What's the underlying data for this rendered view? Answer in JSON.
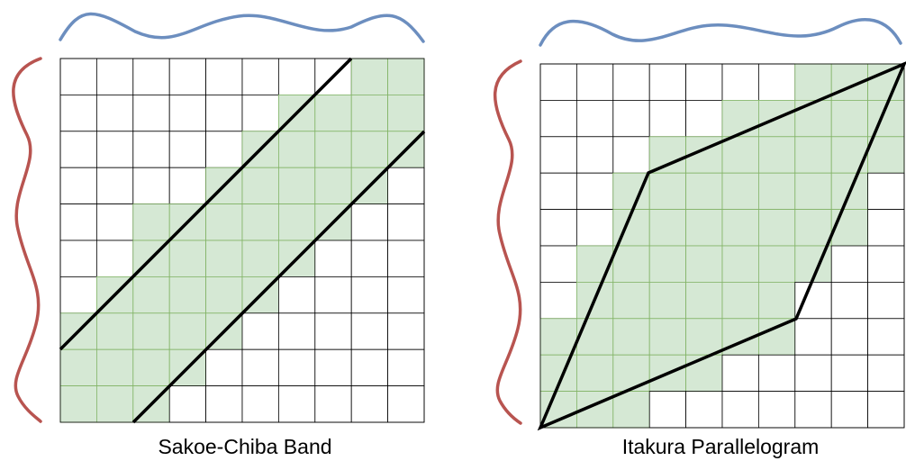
{
  "colors": {
    "band_fill": "#d5e8d4",
    "grid_line": "#000000",
    "band_grid_line": "#82b366",
    "path_line": "#000000",
    "top_signal": "#6c8ebf",
    "left_signal": "#b85450"
  },
  "panels": [
    {
      "id": "sakoe-chiba",
      "caption": "Sakoe-Chiba Band",
      "rows": 10,
      "cols": 10,
      "band_rows": [
        [
          8,
          9
        ],
        [
          6,
          9
        ],
        [
          5,
          9
        ],
        [
          4,
          8
        ],
        [
          2,
          7
        ],
        [
          2,
          6
        ],
        [
          1,
          5
        ],
        [
          0,
          4
        ],
        [
          0,
          3
        ],
        [
          0,
          2
        ]
      ]
    },
    {
      "id": "itakura",
      "caption": "Itakura Parallelogram",
      "rows": 10,
      "cols": 10,
      "band_rows": [
        [
          7,
          9
        ],
        [
          5,
          9
        ],
        [
          3,
          9
        ],
        [
          2,
          8
        ],
        [
          2,
          8
        ],
        [
          1,
          7
        ],
        [
          1,
          6
        ],
        [
          0,
          6
        ],
        [
          0,
          4
        ],
        [
          0,
          2
        ]
      ]
    }
  ]
}
